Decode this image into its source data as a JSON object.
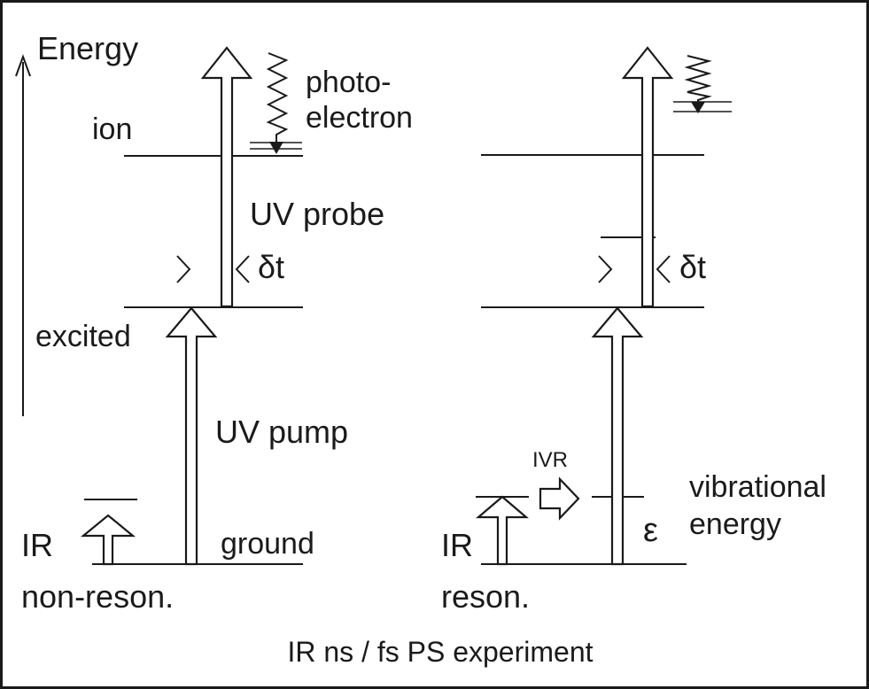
{
  "labels": {
    "energy": "Energy",
    "ion": "ion",
    "photo": "photo-",
    "electron": "electron",
    "uv_probe": "UV probe",
    "delta_t_left": "δt",
    "delta_t_right": "δt",
    "excited": "excited",
    "uv_pump": "UV pump",
    "ir_left": "IR",
    "non_reson": "non-reson.",
    "ground": "ground",
    "ivr": "IVR",
    "vibrational": "vibrational",
    "energy_right": "energy",
    "epsilon": "ε",
    "ir_right": "IR",
    "reson": "reson.",
    "caption": "IR ns / fs PS experiment"
  },
  "colors": {
    "ink": "#1a1a1a",
    "background": "#ffffff"
  }
}
